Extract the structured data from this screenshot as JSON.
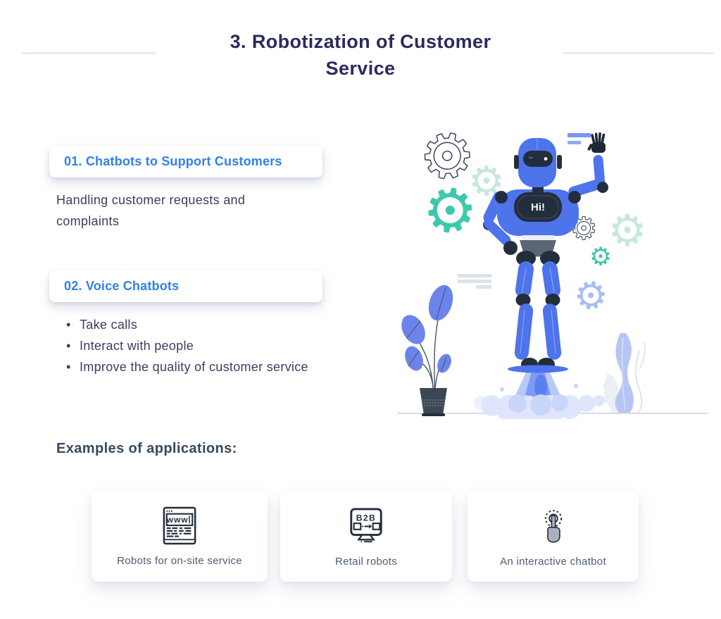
{
  "header": {
    "title_line1": "3. Robotization of Customer",
    "title_line2": "Service"
  },
  "sections": [
    {
      "heading": "01. Chatbots to Support Customers",
      "description": "Handling customer requests and complaints"
    },
    {
      "heading": "02. Voice Chatbots",
      "bullets": [
        "Take calls",
        "Interact with people",
        "Improve the quality of customer service"
      ]
    }
  ],
  "examples": {
    "heading": "Examples of applications:",
    "cards": [
      {
        "icon": "browser-www-icon",
        "icon_text": "www",
        "label": "Robots for on-site service"
      },
      {
        "icon": "b2b-monitor-icon",
        "icon_text": "B2B",
        "label": "Retail robots"
      },
      {
        "icon": "tap-hand-icon",
        "label": "An interactive chatbot"
      }
    ]
  },
  "illustration": {
    "robot_speech": "Hi!",
    "gear_glyph": "⚙"
  },
  "colors": {
    "accent_blue": "#2f80ed",
    "title_navy": "#2b2a5e",
    "body_text": "#3f3c62",
    "label_slate": "#4d5d74",
    "teal": "#3ec9ae",
    "pale_teal": "#c6e7e0",
    "periwinkle": "#a9bdf2",
    "robot_blue": "#4e74ec",
    "robot_dark": "#232e3d",
    "rule_gray": "#e9edf2"
  }
}
